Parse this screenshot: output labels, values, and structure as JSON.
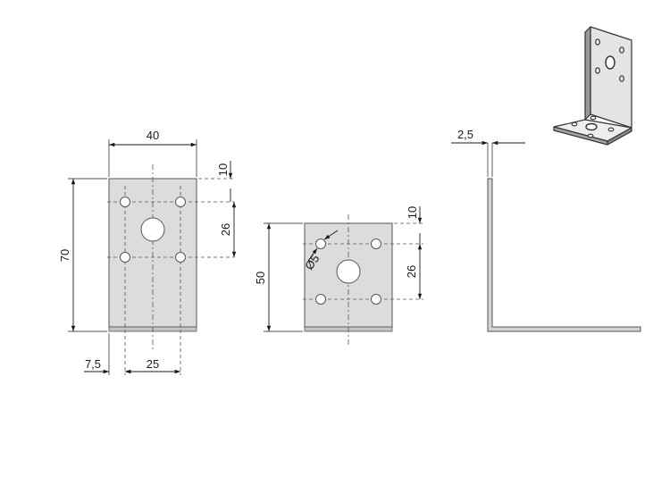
{
  "drawing": {
    "front_view": {
      "width": "40",
      "height": "70",
      "top_offset": "10",
      "hole_spacing_vertical": "26",
      "edge_offset": "7,5",
      "hole_spacing_horizontal": "25"
    },
    "side_view": {
      "height": "50",
      "top_offset": "10",
      "hole_spacing_vertical": "26",
      "hole_diameter": "Ø5"
    },
    "profile_view": {
      "thickness": "2,5"
    }
  }
}
